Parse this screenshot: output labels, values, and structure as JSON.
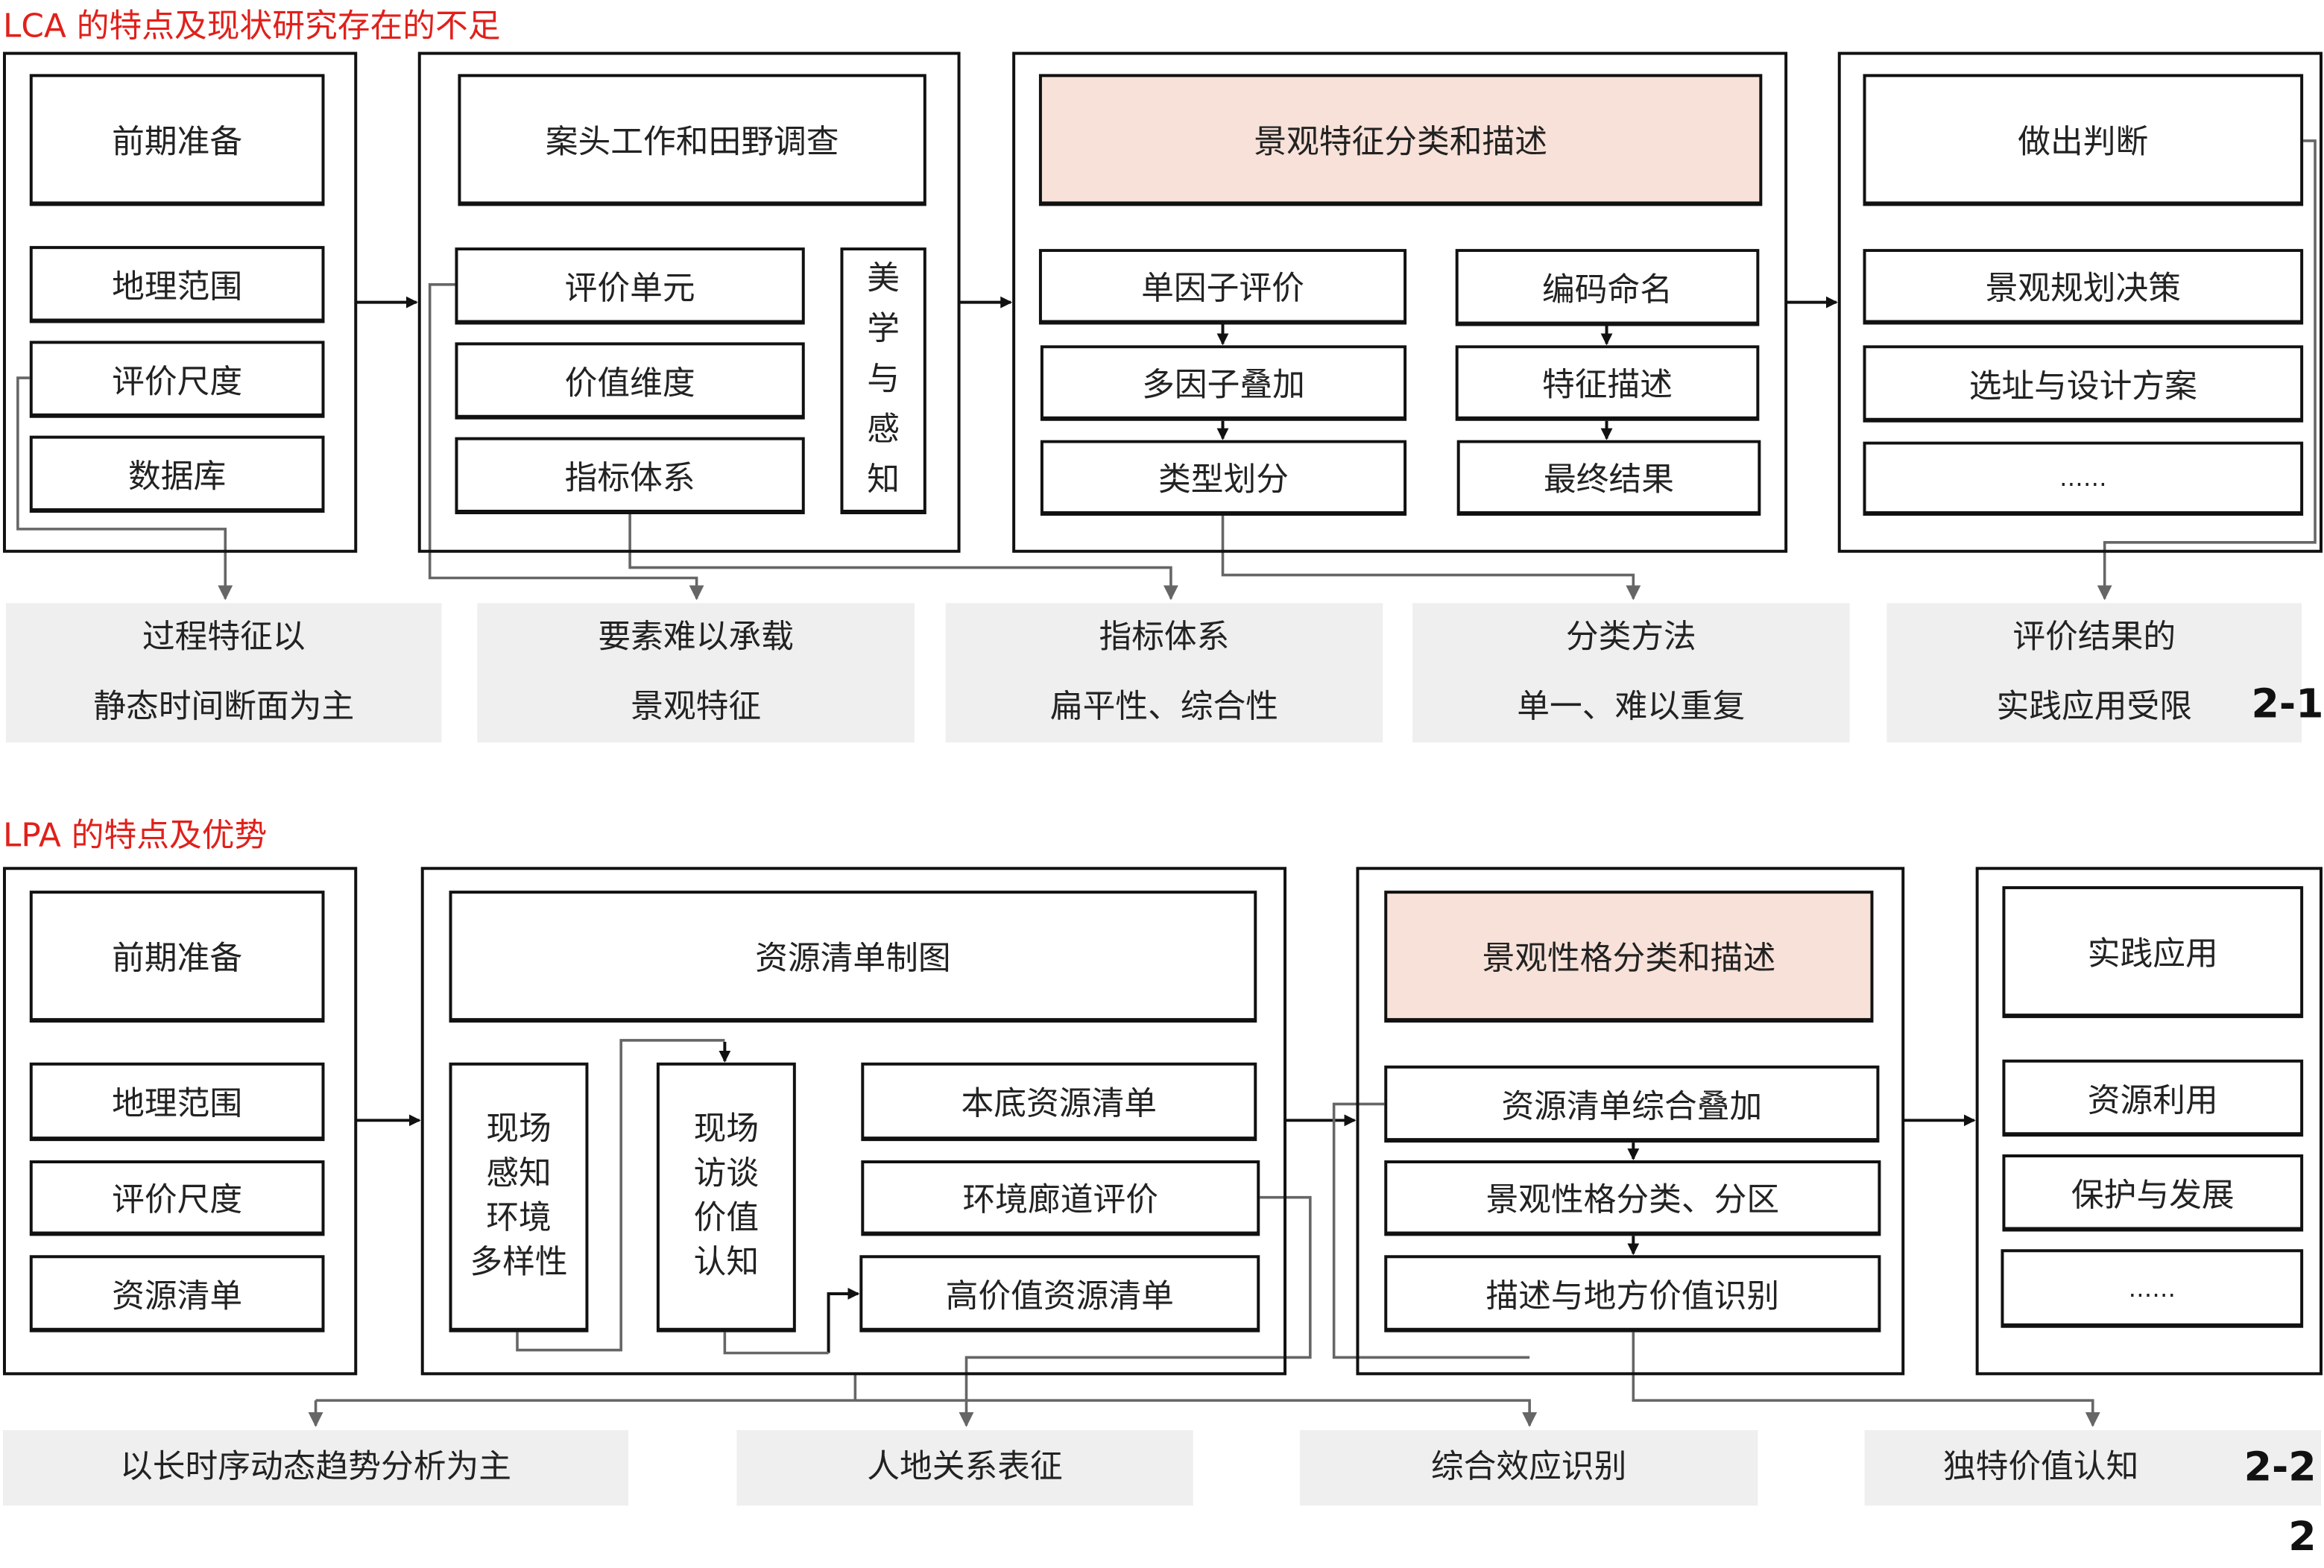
{
  "section1": {
    "title": "LCA 的特点及现状研究存在的不足",
    "label": "2-1",
    "col1": {
      "header": "前期准备",
      "items": [
        "地理范围",
        "评价尺度",
        "数据库"
      ]
    },
    "col2": {
      "header": "案头工作和田野调查",
      "items": [
        "评价单元",
        "价值维度",
        "指标体系"
      ],
      "side": [
        "美",
        "学",
        "与",
        "感",
        "知"
      ]
    },
    "col3": {
      "header": "景观特征分类和描述",
      "left": [
        "单因子评价",
        "多因子叠加",
        "类型划分"
      ],
      "right": [
        "编码命名",
        "特征描述",
        "最终结果"
      ]
    },
    "col4": {
      "header": "做出判断",
      "items": [
        "景观规划决策",
        "选址与设计方案",
        "……"
      ]
    },
    "issues": [
      [
        "过程特征以",
        "静态时间断面为主"
      ],
      [
        "要素难以承载",
        "景观特征"
      ],
      [
        "指标体系",
        "扁平性、综合性"
      ],
      [
        "分类方法",
        "单一、难以重复"
      ],
      [
        "评价结果的",
        "实践应用受限"
      ]
    ]
  },
  "section2": {
    "title": "LPA 的特点及优势",
    "label": "2-2",
    "col1": {
      "header": "前期准备",
      "items": [
        "地理范围",
        "评价尺度",
        "资源清单"
      ]
    },
    "col2": {
      "header": "资源清单制图",
      "vert1": [
        "现场",
        "感知",
        "环境",
        "多样性"
      ],
      "vert2": [
        "现场",
        "访谈",
        "价值",
        "认知"
      ],
      "items": [
        "本底资源清单",
        "环境廊道评价",
        "高价值资源清单"
      ]
    },
    "col3": {
      "header": "景观性格分类和描述",
      "items": [
        "资源清单综合叠加",
        "景观性格分类、分区",
        "描述与地方价值识别"
      ]
    },
    "col4": {
      "header": "实践应用",
      "items": [
        "资源利用",
        "保护与发展",
        "……"
      ]
    },
    "advantages": [
      "以长时序动态趋势分析为主",
      "人地关系表征",
      "综合效应识别",
      "独特价值认知"
    ]
  },
  "page_number": "2"
}
